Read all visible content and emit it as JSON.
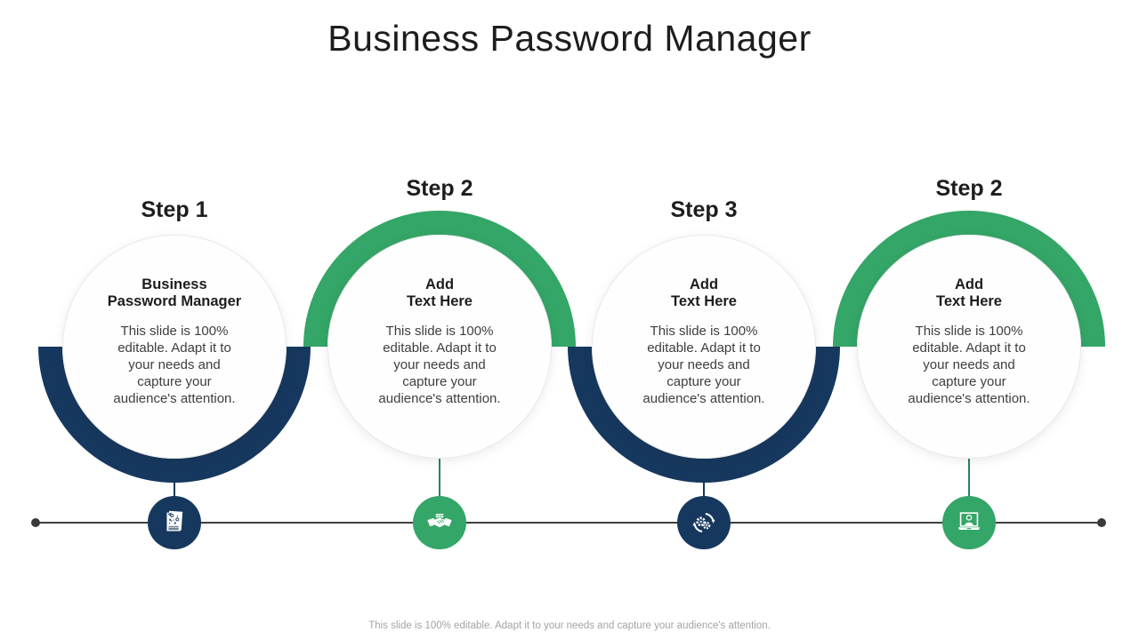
{
  "slide": {
    "title": "Business Password Manager",
    "footer": "This slide is 100% editable. Adapt it to your needs and capture your audience's attention."
  },
  "colors": {
    "navy": "#17385e",
    "green": "#34a667",
    "timeline": "#3f3f3f",
    "text_dark": "#1d1d1d",
    "text_body": "#3e3e3e",
    "footer_gray": "#a3a3a3"
  },
  "steps": [
    {
      "label": "Step 1",
      "heading": "Business\nPassword Manager",
      "description": "This slide is 100% editable. Adapt it to your needs and capture your audience's attention.",
      "accent": "navy",
      "ring_half": "bottom",
      "icon": "strategy-document-icon"
    },
    {
      "label": "Step 2",
      "heading": "Add\nText Here",
      "description": "This slide is 100% editable. Adapt it to your needs and capture your audience's attention.",
      "accent": "green",
      "ring_half": "top",
      "icon": "handshake-icon"
    },
    {
      "label": "Step 3",
      "heading": "Add\nText Here",
      "description": "This slide is 100% editable. Adapt it to your needs and capture your audience's attention.",
      "accent": "navy",
      "ring_half": "bottom",
      "icon": "process-gears-icon"
    },
    {
      "label": "Step 2",
      "heading": "Add\nText Here",
      "description": "This slide is 100% editable. Adapt it to your needs and capture your audience's attention.",
      "accent": "green",
      "ring_half": "top",
      "icon": "laptop-presenter-icon"
    }
  ]
}
